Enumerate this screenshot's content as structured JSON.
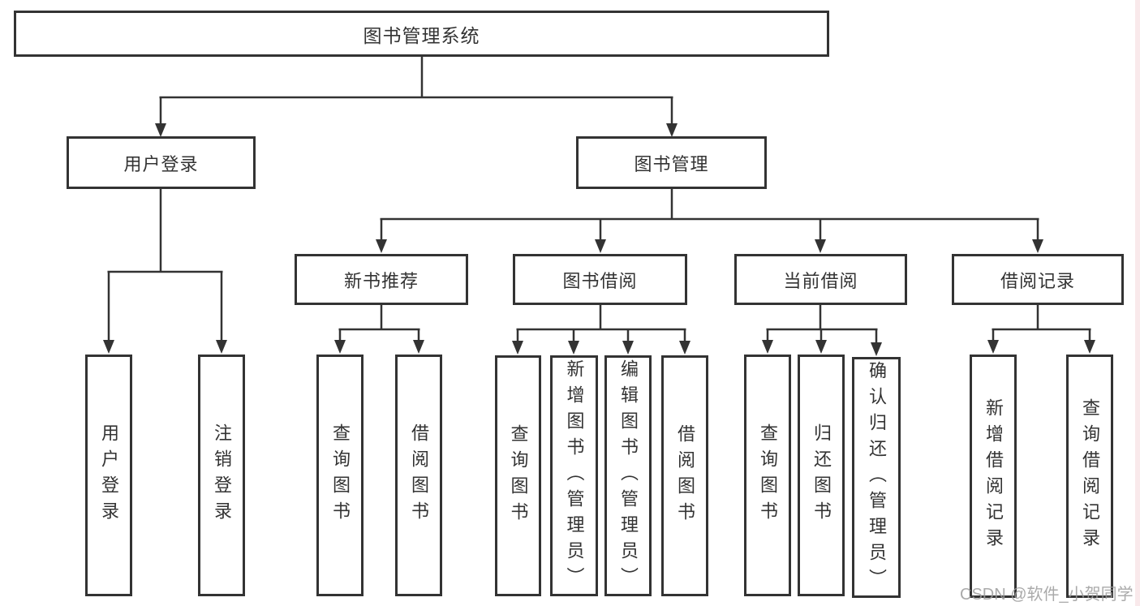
{
  "tree": {
    "label": "图书管理系统",
    "children": [
      {
        "label": "用户登录",
        "children": [
          {
            "label": "用户登录"
          },
          {
            "label": "注销登录"
          }
        ]
      },
      {
        "label": "图书管理",
        "children": [
          {
            "label": "新书推荐",
            "children": [
              {
                "label": "查询图书"
              },
              {
                "label": "借阅图书"
              }
            ]
          },
          {
            "label": "图书借阅",
            "children": [
              {
                "label": "查询图书"
              },
              {
                "label": "新增图书（管理员）"
              },
              {
                "label": "编辑图书（管理员）"
              },
              {
                "label": "借阅图书"
              }
            ]
          },
          {
            "label": "当前借阅",
            "children": [
              {
                "label": "查询图书"
              },
              {
                "label": "归还图书"
              },
              {
                "label": "确认归还（管理员）"
              }
            ]
          },
          {
            "label": "借阅记录",
            "children": [
              {
                "label": "新增借阅记录"
              },
              {
                "label": "查询借阅记录"
              }
            ]
          }
        ]
      }
    ]
  },
  "watermark": {
    "text": "CSDN @软件_小贺同学"
  },
  "colors": {
    "line": "#333333",
    "box_border": "#333333",
    "text": "#333333",
    "background": "#ffffff",
    "watermark": "#9b9b9b"
  }
}
